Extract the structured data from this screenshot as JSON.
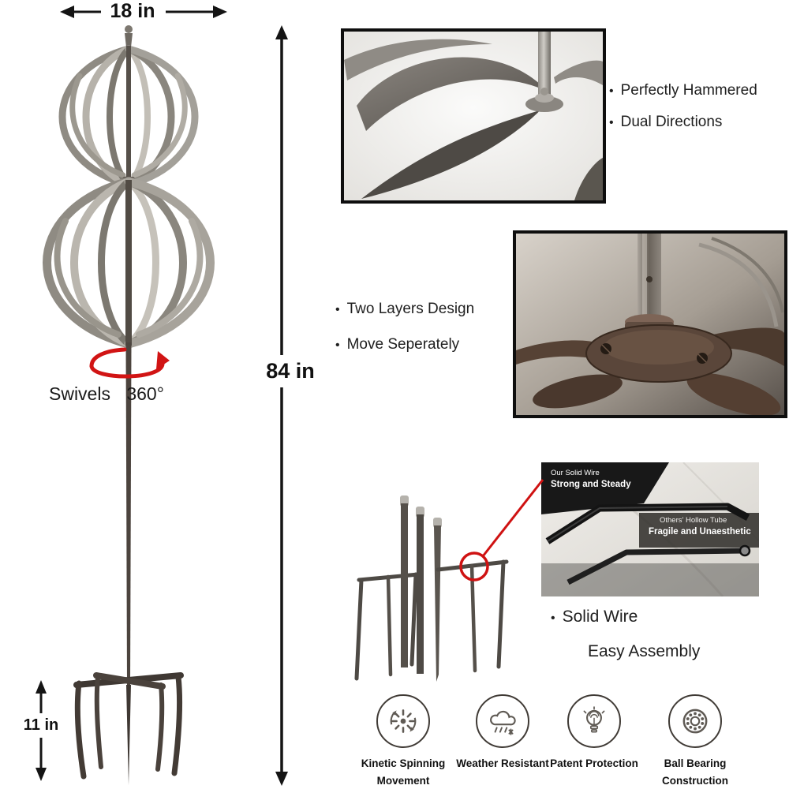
{
  "annotations": {
    "width": "18 in",
    "height": "84 in",
    "prong_depth": "11 in",
    "swivel": "Swivels 360°"
  },
  "callouts": {
    "hammered": "Perfectly Hammered",
    "dual_directions": "Dual Directions",
    "two_layers": "Two Layers Design",
    "move_separately": "Move Seperately",
    "solid_wire": "Solid Wire",
    "easy_assembly": "Easy Assembly"
  },
  "wire_comparison": {
    "ours_label": "Our Solid Wire",
    "ours_claim": "Strong and Steady",
    "others_label": "Others' Hollow Tube",
    "others_claim": "Fragile and Unaesthetic"
  },
  "feature_badges": [
    {
      "icon": "kinetic-spinning-icon",
      "line1": "Kinetic Spinning",
      "line2": "Movement"
    },
    {
      "icon": "weather-resistant-icon",
      "line1": "Weather Resistant",
      "line2": ""
    },
    {
      "icon": "patent-protection-icon",
      "line1": "Patent Protection",
      "line2": ""
    },
    {
      "icon": "ball-bearing-icon",
      "line1": "Ball Bearing",
      "line2": "Construction"
    }
  ],
  "colors": {
    "accent_red": "#cf1212",
    "text": "#1c1c1c",
    "metal_light": "#b6b2aa",
    "metal_dark": "#7c7870",
    "stake_bronze": "#4c443e"
  }
}
